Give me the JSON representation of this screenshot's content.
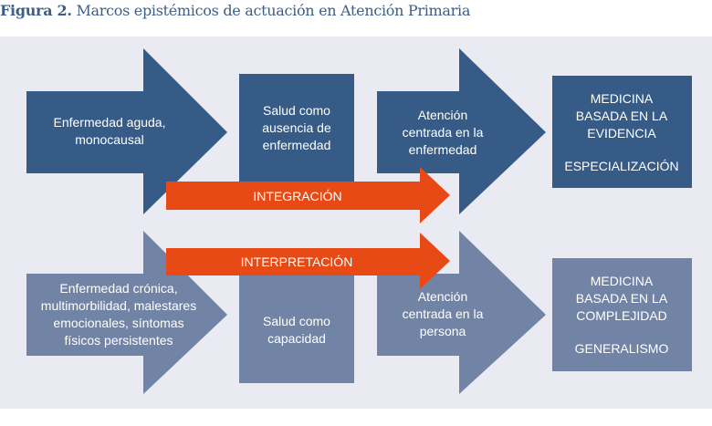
{
  "title": {
    "label": "Figura 2.",
    "text": "Marcos epistémicos de actuación en Atención Primaria"
  },
  "colors": {
    "top_row": "#365b86",
    "bottom_row": "#7184a6",
    "accent": "#e84a15",
    "background": "#e9eaf2"
  },
  "top_row": {
    "arrow1": [
      "Enfermedad aguda,",
      "monocausal"
    ],
    "box2": [
      "Salud como",
      "ausencia de",
      "enfermedad"
    ],
    "arrow3": [
      "Atención",
      "centrada en la",
      "enfermedad"
    ],
    "box4": [
      "MEDICINA",
      "BASADA EN LA",
      "EVIDENCIA",
      "ESPECIALIZACIÓN"
    ],
    "connector": "INTEGRACIÓN"
  },
  "bottom_row": {
    "arrow1": [
      "Enfermedad crónica,",
      "multimorbilidad, malestares",
      "emocionales, síntomas",
      "físicos persistentes"
    ],
    "box2": [
      "Salud como",
      "capacidad"
    ],
    "arrow3": [
      "Atención",
      "centrada en la",
      "persona"
    ],
    "box4": [
      "MEDICINA",
      "BASADA EN LA",
      "COMPLEJIDAD",
      "GENERALISMO"
    ],
    "connector": "INTERPRETACIÓN"
  }
}
